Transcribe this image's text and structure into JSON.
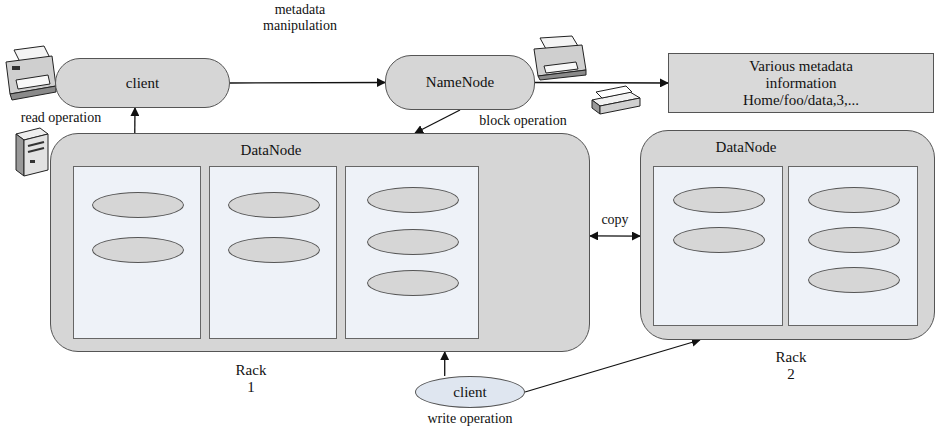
{
  "diagram": {
    "nodes": [
      {
        "text": [
          "client"
        ]
      },
      {
        "text": [
          "NameNode"
        ]
      },
      {
        "text": [
          "Various metadata information Home/foo/data,3,..."
        ]
      },
      {
        "text": [
          "DataNode",
          "Rack 1"
        ]
      },
      {
        "text": [
          "DataNode",
          "Rack 2"
        ]
      },
      {
        "text": [
          "client"
        ]
      }
    ],
    "edges": [
      {
        "from": 0,
        "to": 1,
        "arrow": "to",
        "label": "metadata manipulation"
      },
      {
        "from": 1,
        "to": 2,
        "arrow": "to"
      },
      {
        "from": 1,
        "to": 3,
        "arrow": "to",
        "label": "block operation"
      },
      {
        "from": 3,
        "to": 0,
        "arrow": "to",
        "label": "read operation"
      },
      {
        "from": 3,
        "to": 4,
        "arrow": "both",
        "label": "copy"
      },
      {
        "from": 5,
        "to": 3,
        "arrow": "to"
      },
      {
        "from": 5,
        "to": 4,
        "arrow": "to"
      }
    ],
    "labels": [
      "write operation"
    ]
  }
}
